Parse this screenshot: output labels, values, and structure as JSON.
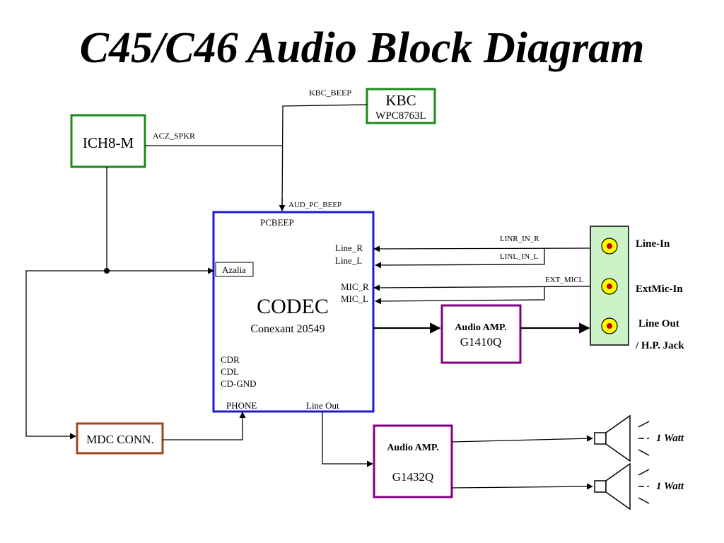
{
  "title": "C45/C46 Audio Block Diagram",
  "colors": {
    "ich_border": "#1a8a1a",
    "kbc_border": "#1a8a1a",
    "codec_border": "#1a1ad6",
    "amp_border": "#800080",
    "mdc_border": "#a0461a",
    "jack_panel_fill": "#ccf2c8",
    "jack_fill": "#ffff00",
    "jack_dot": "#cc0000"
  },
  "blocks": {
    "ich": {
      "label": "ICH8-M"
    },
    "kbc": {
      "label": "KBC",
      "sublabel": "WPC8763L"
    },
    "codec": {
      "label": "CODEC",
      "sublabel": "Conexant 20549",
      "pins": {
        "pcbeep": "PCBEEP",
        "azalia": "Azalia",
        "line_r": "Line_R",
        "line_l": "Line_L",
        "mic_r": "MIC_R",
        "mic_l": "MIC_L",
        "cdr": "CDR",
        "cdl": "CDL",
        "cd_gnd": "CD-GND",
        "phone": "PHONE",
        "line_out": "Line Out"
      }
    },
    "amp1": {
      "label": "Audio AMP.",
      "sublabel": "G1410Q"
    },
    "amp2": {
      "label": "Audio AMP.",
      "sublabel": "G1432Q"
    },
    "mdc": {
      "label": "MDC CONN."
    }
  },
  "signals": {
    "kbc_beep": "KBC_BEEP",
    "acz_spkr": "ACZ_SPKR",
    "aud_pc_beep": "AUD_PC_BEEP",
    "linr_in_r": "LINR_IN_R",
    "linl_in_l": "LINL_IN_L",
    "ext_micl": "EXT_MICL"
  },
  "jacks": {
    "line_in": "Line-In",
    "extmic_in": "ExtMic-In",
    "line_out": "Line Out",
    "hp_jack": "/ H.P. Jack"
  },
  "speakers": {
    "top": "1 Watt",
    "bottom": "1 Watt"
  }
}
